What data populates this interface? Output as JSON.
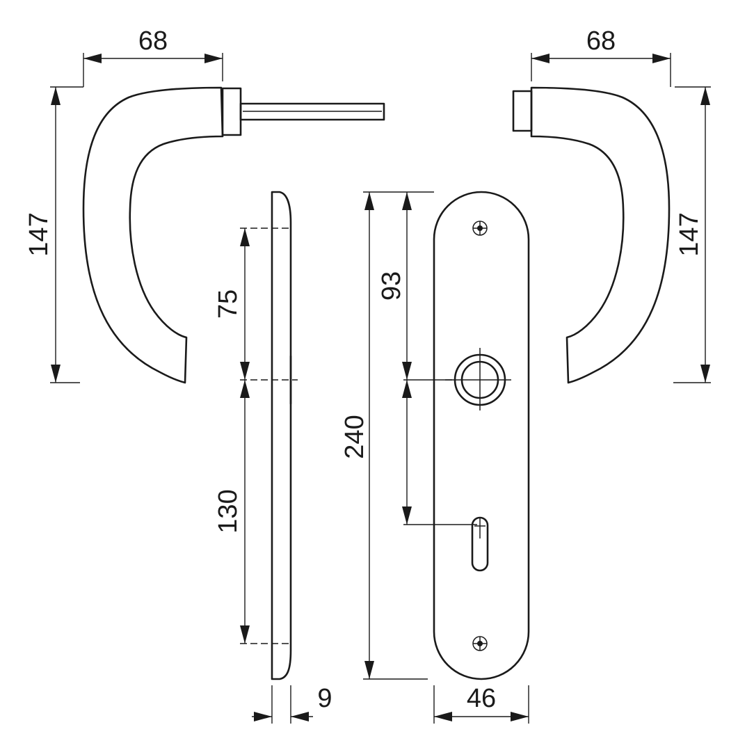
{
  "dimensions": {
    "left_handle_width": "68",
    "right_handle_width": "68",
    "left_handle_height": "147",
    "right_handle_height": "147",
    "upper_spacing": "75",
    "lower_spacing": "130",
    "plate_length": "240",
    "handle_to_key": "93",
    "plate_thickness": "9",
    "plate_width": "46"
  }
}
